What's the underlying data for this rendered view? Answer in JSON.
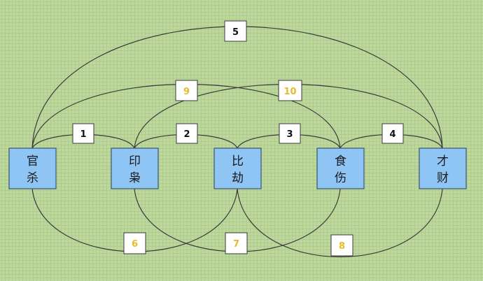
{
  "colors": {
    "background": "#bcd89c",
    "node_fill": "#8ec5f5",
    "label_black": "#111111",
    "label_yellow": "#e8b92a"
  },
  "nodes": [
    {
      "id": "guan-sha",
      "line1": "官",
      "line2": "杀"
    },
    {
      "id": "yin-xiao",
      "line1": "印",
      "line2": "枭"
    },
    {
      "id": "bi-jie",
      "line1": "比",
      "line2": "劫"
    },
    {
      "id": "shi-shang",
      "line1": "食",
      "line2": "伤"
    },
    {
      "id": "cai-cai",
      "line1": "才",
      "line2": "财"
    }
  ],
  "edges": [
    {
      "label": "1",
      "color": "black"
    },
    {
      "label": "2",
      "color": "black"
    },
    {
      "label": "3",
      "color": "black"
    },
    {
      "label": "4",
      "color": "black"
    },
    {
      "label": "5",
      "color": "black"
    },
    {
      "label": "6",
      "color": "yellow"
    },
    {
      "label": "7",
      "color": "yellow"
    },
    {
      "label": "8",
      "color": "yellow"
    },
    {
      "label": "9",
      "color": "yellow"
    },
    {
      "label": "10",
      "color": "yellow"
    }
  ]
}
